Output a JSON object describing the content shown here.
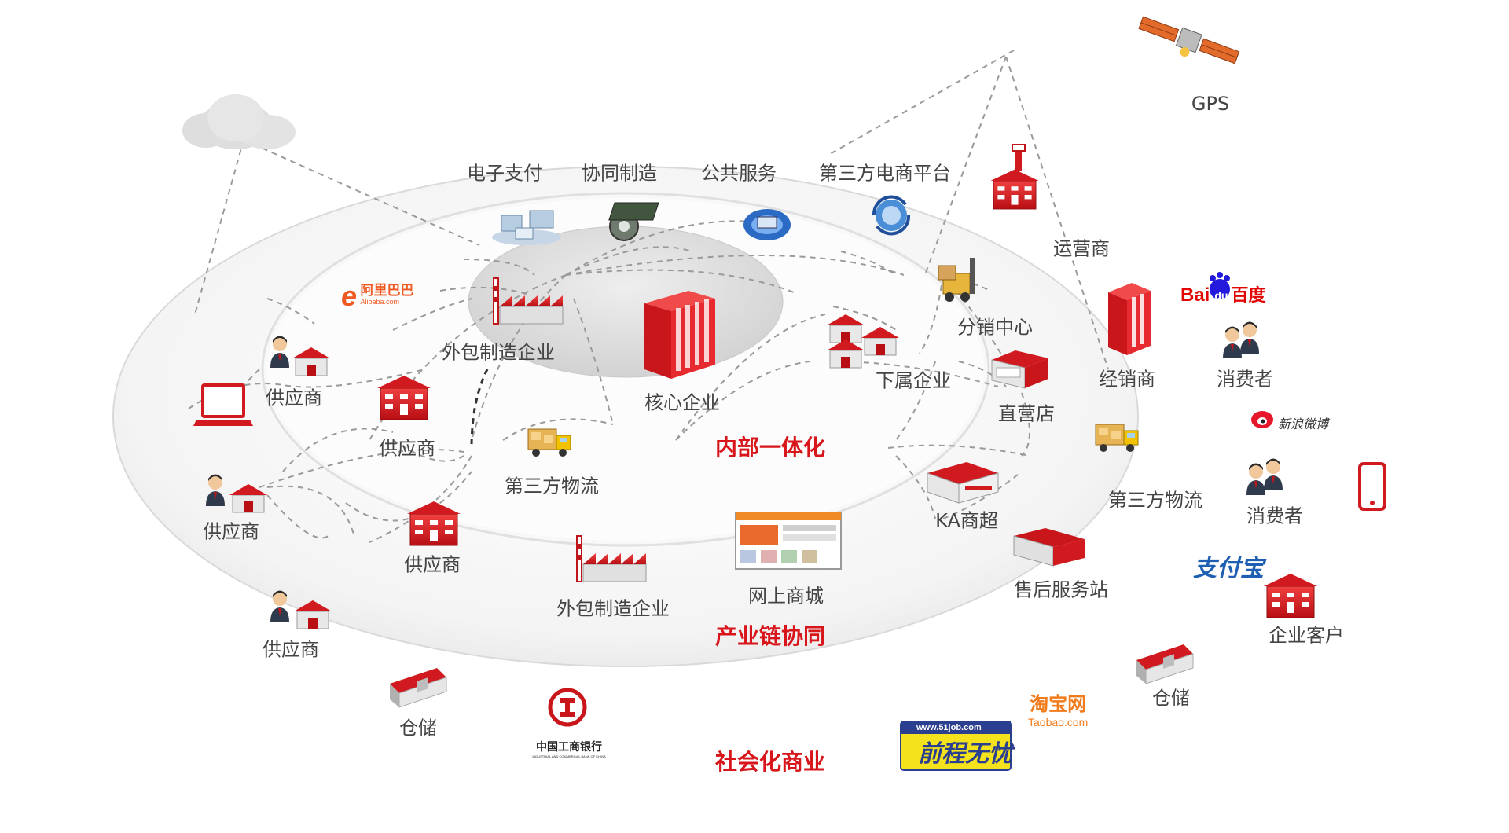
{
  "colors": {
    "accent": "#d7151a",
    "ring_outer": "#eeeeee",
    "ring_mid": "#f7f7f7",
    "core": "#d9d9d9",
    "line": "#9a9a9a",
    "text": "#444444"
  },
  "rings": {
    "inner": "内部一体化",
    "middle": "产业链协同",
    "outer": "社会化商业"
  },
  "top_services": [
    {
      "label": "电子支付",
      "icon": "network-computers-icon"
    },
    {
      "label": "协同制造",
      "icon": "gear-machine-icon"
    },
    {
      "label": "公共服务",
      "icon": "globe-icon"
    },
    {
      "label": "第三方电商平台",
      "icon": "sync-globe-icon"
    }
  ],
  "nodes": {
    "gps": "GPS",
    "operator": "运营商",
    "core": "核心企业",
    "subsidiary": "下属企业",
    "distribution_center": "分销中心",
    "direct_store": "直营店",
    "distributor": "经销商",
    "consumer_1": "消费者",
    "consumer_2": "消费者",
    "outsource_top": "外包制造企业",
    "outsource_bottom": "外包制造企业",
    "supplier_1": "供应商",
    "supplier_2": "供应商",
    "supplier_3": "供应商",
    "supplier_4": "供应商",
    "supplier_5": "供应商",
    "logistics_left": "第三方物流",
    "logistics_right": "第三方物流",
    "online_mall": "网上商城",
    "ka_store": "KA商超",
    "after_sales": "售后服务站",
    "enterprise_client": "企业客户",
    "warehouse_left": "仓储",
    "warehouse_right": "仓储"
  },
  "logos": {
    "alibaba": "阿里巴巴",
    "alibaba_sub": "Alibaba.com",
    "baidu_a": "Bai",
    "baidu_b": "du",
    "baidu_c": "百度",
    "weibo": "新浪微博",
    "alipay": "支付宝",
    "taobao": "淘宝网",
    "taobao_sub": "Taobao.com",
    "icbc": "中国工商银行",
    "icbc_sub": "INDUSTRIAL AND COMMERCIAL BANK OF CHINA",
    "job51_url": "www.51job.com",
    "job51": "前程无忧"
  }
}
